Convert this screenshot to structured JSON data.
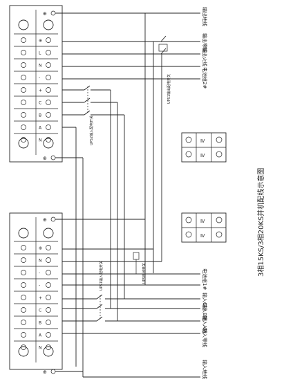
{
  "title": "3相15KS/3相20KS并机配线示意图",
  "module_top": {
    "terminals": [
      "⊕",
      "L",
      "N",
      "-",
      "+",
      "C",
      "B",
      "A",
      "N"
    ],
    "ground_symbol": "⊕"
  },
  "module_bottom": {
    "terminals": [
      "⊕",
      "N",
      "-",
      "-",
      "+",
      "C",
      "B",
      "A",
      "N"
    ],
    "ground_symbol": "⊕"
  },
  "switches": {
    "output_switch": "UPS1输出配电开关",
    "input_switch_top": "UPS2输入配电开关",
    "input_switch_bottom": "UPS1输入配电开关",
    "battery_switch": "UPS电池开关"
  },
  "right_labels": {
    "out_ground": "输出地线",
    "out_neutral": "输出零线",
    "out_live": "输出火线",
    "battery2": "电池组2#",
    "battery1": "电池组1#",
    "in_c": "输入C相",
    "in_b": "输入B相",
    "in_a": "输入A相",
    "in_neutral": "输入零线",
    "in_ground": "输入地线"
  },
  "mini_blocks": {
    "top_left": "Ⅳ",
    "top_right": "Ⅳ",
    "bottom_left": "Ⅳ",
    "bottom_right": "Ⅳ"
  }
}
